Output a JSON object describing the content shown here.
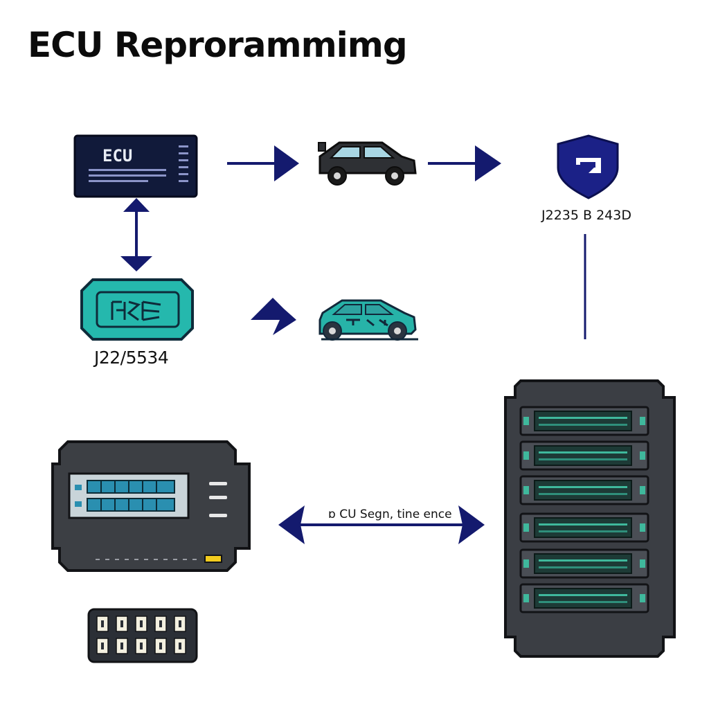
{
  "title": "ECU Reprorammimg",
  "ecu_module_label": "ECU",
  "interface_label": "J22/5534",
  "standard_label": "J2235 B 243D",
  "link_label": "ɒ CU Segn, tine ence",
  "colors": {
    "navy": "#141a6e",
    "teal": "#27b3a8",
    "dark_gray": "#3a3d42",
    "ecu_box": "#111a3a",
    "text": "#0b0b0b"
  },
  "icons": [
    "ecu-module-icon",
    "car-icon",
    "shield-icon",
    "j2534-interface-icon",
    "vehicle-icon",
    "programming-device-icon",
    "connector-icon",
    "server-rack-icon"
  ]
}
